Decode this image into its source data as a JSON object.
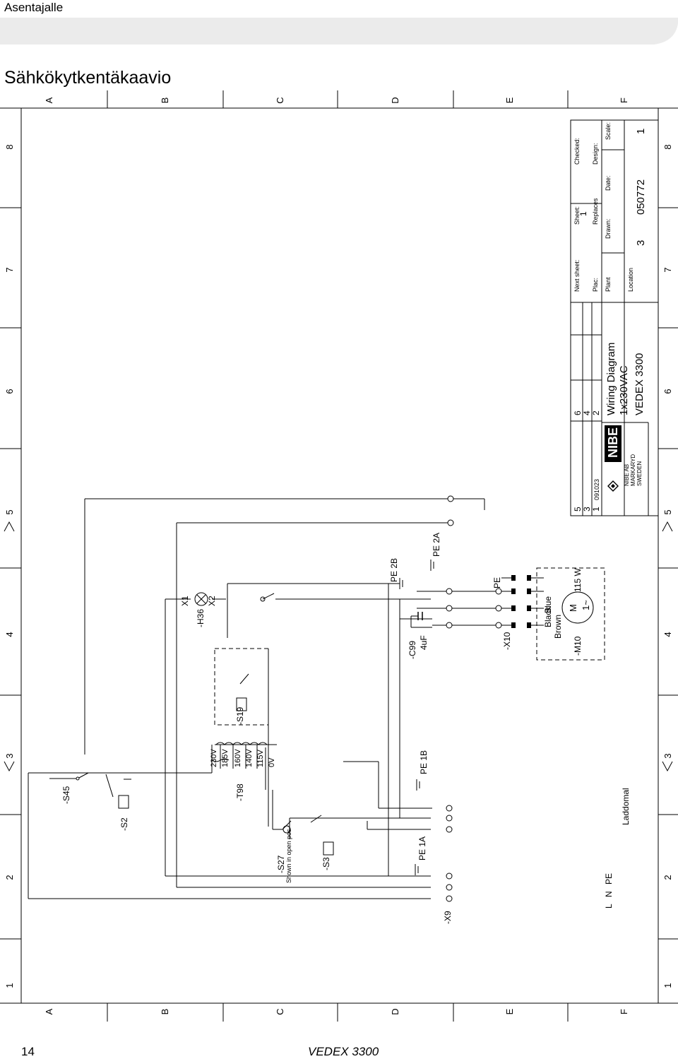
{
  "header": {
    "section": "Asentajalle",
    "title": "Sähkökytkentäkaavio"
  },
  "footer": {
    "page": "14",
    "model": "VEDEX 3300"
  },
  "grid": {
    "cols": [
      "A",
      "B",
      "C",
      "D",
      "E",
      "F"
    ],
    "rows": [
      "8",
      "7",
      "6",
      "5",
      "4",
      "3",
      "2",
      "1"
    ]
  },
  "title_block": {
    "revisions": [
      "5",
      "3",
      "1"
    ],
    "rev_date": "091023",
    "sheet_cols": [
      "6",
      "4",
      "2"
    ],
    "next_sheet": "Next sheet:",
    "sheet": "Sheet:",
    "sheet_val": "1",
    "checked": "Checked:",
    "plac": "Plac:",
    "replaces": "Replaces",
    "design": "Design:",
    "plant": "Plant",
    "drawn": "Drawn:",
    "date": "Date:",
    "scale": "Scale:",
    "location": "Location",
    "title1": "Wiring Diagram",
    "title2": "1x230VAC",
    "title3": "VEDEX 3300",
    "doc_a": "3",
    "doc_num": "050772",
    "doc_page": "1",
    "company": [
      "NIBE AB",
      "MARKARYD",
      "SWEDEN"
    ],
    "logo": "NIBE"
  },
  "components": {
    "s45": "-S45",
    "s2": "-S2",
    "t98": "-T98",
    "s19": "-S19",
    "h36": "-H36",
    "c99": "-C99",
    "c99_val": "4uF",
    "x10": "-X10",
    "m10": "-M10",
    "s27": "-S27",
    "s27_note": "Shown in open pos",
    "s3": "-S3",
    "x9": "-X9",
    "motor_power": "115 W",
    "motor_m": "M",
    "motor_ac": "1~",
    "laddomal": "Laddomal",
    "mains": [
      "L",
      "N",
      "PE"
    ],
    "pe_labels": [
      "PE 2B",
      "PE 2A",
      "PE 1B",
      "PE 1A",
      "PE"
    ],
    "wire_colors": [
      "Brown",
      "Black",
      "Blue"
    ],
    "taps": [
      "230V",
      "185V",
      "160V",
      "140V",
      "115V",
      "0V"
    ],
    "x1": "X1",
    "x2": "X2"
  }
}
